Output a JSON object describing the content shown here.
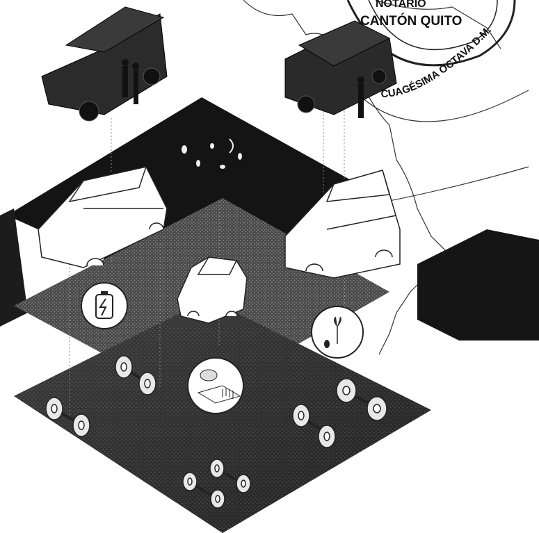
{
  "stamp": {
    "top_line": "NOTARIO",
    "middle_line": "CANTÓN QUITO",
    "arc_text": "CUAGÉSIMA OCTAVA D.M."
  },
  "illustration": {
    "icons": [
      "battery-icon",
      "chip-board-icon",
      "sprout-icon"
    ],
    "vehicles": [
      "suv-dark-left",
      "van-dark-right",
      "van-wireframe-left",
      "van-wireframe-right",
      "hatchback-wireframe-center"
    ],
    "axle_sets": 5
  },
  "colors": {
    "dark_platform": "#141414",
    "grey_platform": "#3a3a3a",
    "line_art": "#222222",
    "wheel_fill": "#e8e8e8"
  }
}
